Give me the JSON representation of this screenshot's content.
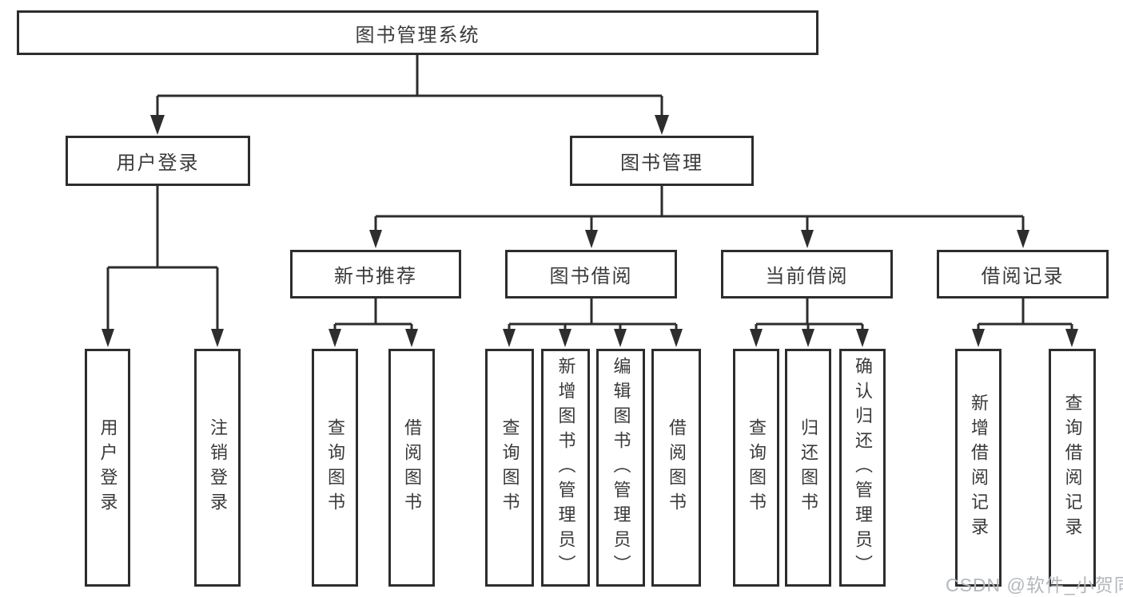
{
  "tree": {
    "root": {
      "label": "图书管理系统"
    },
    "branches": [
      {
        "label": "用户登录",
        "children": [
          {
            "label": "用户登录"
          },
          {
            "label": "注销登录"
          }
        ]
      },
      {
        "label": "图书管理",
        "children": [
          {
            "label": "新书推荐",
            "children": [
              {
                "label": "查询图书"
              },
              {
                "label": "借阅图书"
              }
            ]
          },
          {
            "label": "图书借阅",
            "children": [
              {
                "label": "查询图书"
              },
              {
                "label": "新增图书（管理员）"
              },
              {
                "label": "编辑图书（管理员）"
              },
              {
                "label": "借阅图书"
              }
            ]
          },
          {
            "label": "当前借阅",
            "children": [
              {
                "label": "查询图书"
              },
              {
                "label": "归还图书"
              },
              {
                "label": "确认归还（管理员）"
              }
            ]
          },
          {
            "label": "借阅记录",
            "children": [
              {
                "label": "新增借阅记录"
              },
              {
                "label": "查询借阅记录"
              }
            ]
          }
        ]
      }
    ]
  },
  "watermark": {
    "text": "CSDN @软件_小贺同学"
  },
  "colors": {
    "line": "#2d2d2d",
    "text": "#3a3a3a",
    "watermark": "#b4b8bc",
    "background": "#ffffff"
  }
}
